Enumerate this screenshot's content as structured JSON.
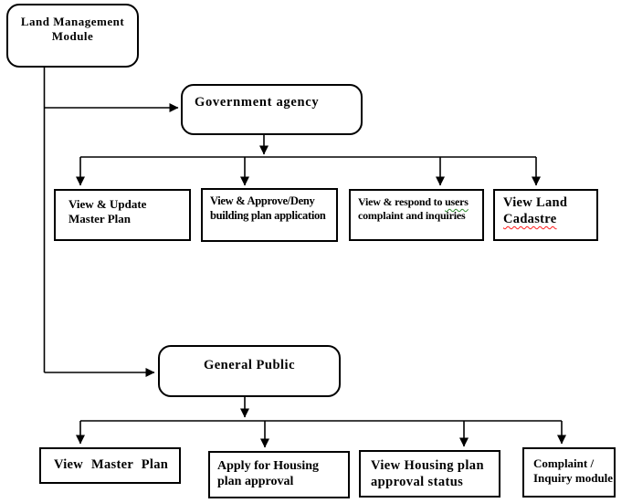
{
  "nodes": {
    "root": {
      "line1": "Land Management",
      "line2": "Module"
    },
    "government_agency": {
      "label": "Government agency"
    },
    "general_public": {
      "label": "General Public"
    },
    "government_functions": [
      {
        "line1": "View & Update",
        "line2": "Master Plan"
      },
      {
        "line1": "View & Approve/Deny",
        "line2": "building plan application"
      },
      {
        "line1_prefix": "View & respond to ",
        "line1_flagged": "users",
        "line2": "complaint and inquiries"
      },
      {
        "line1": "View Land",
        "line2_flagged": "Cadastre"
      }
    ],
    "public_functions": [
      {
        "line1": "View Master Plan"
      },
      {
        "line1": "Apply for Housing",
        "line2": "plan approval"
      },
      {
        "line1": "View Housing plan",
        "line2": "approval status"
      },
      {
        "line1": "Complaint /",
        "line2": "Inquiry module"
      }
    ]
  },
  "colors": {
    "background": "#ffffff",
    "box_border": "#000000",
    "line": "#000000",
    "text": "#000000",
    "spellcheck_underline": "#ff1a1a",
    "grammar_underline": "#2e8b2e"
  }
}
